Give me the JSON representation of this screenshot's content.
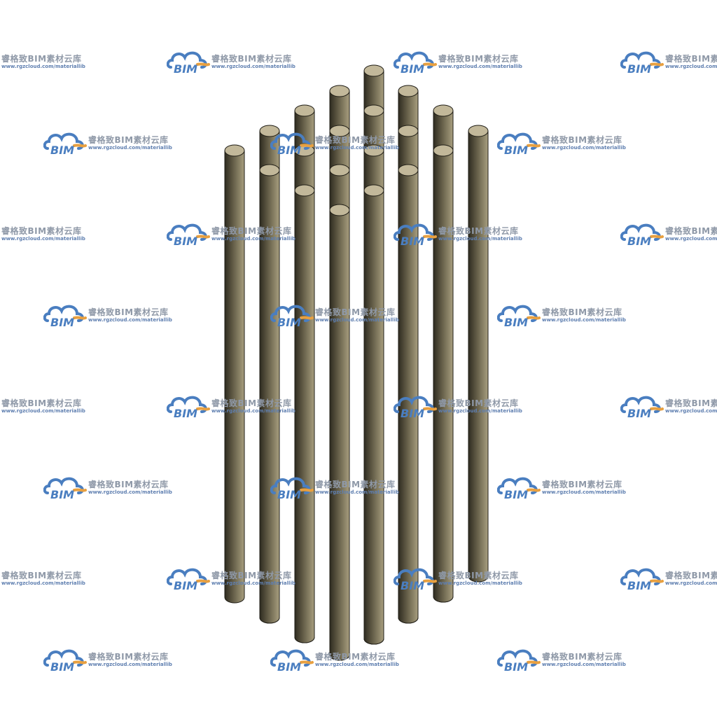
{
  "scene": {
    "subject": "grid of vertical cylindrical rods",
    "rod_color_light": "#b5ab8f",
    "rod_color_dark": "#3a3628",
    "rod_top_color": "#c2b89a",
    "background": "#ffffff"
  },
  "watermark": {
    "logo_text": "BIM",
    "title": "睿格致BIM素材云库",
    "url": "www.rgzcloud.com/materiallib",
    "cloud_color": "#4a7ec0",
    "accent_color": "#e8a040"
  }
}
